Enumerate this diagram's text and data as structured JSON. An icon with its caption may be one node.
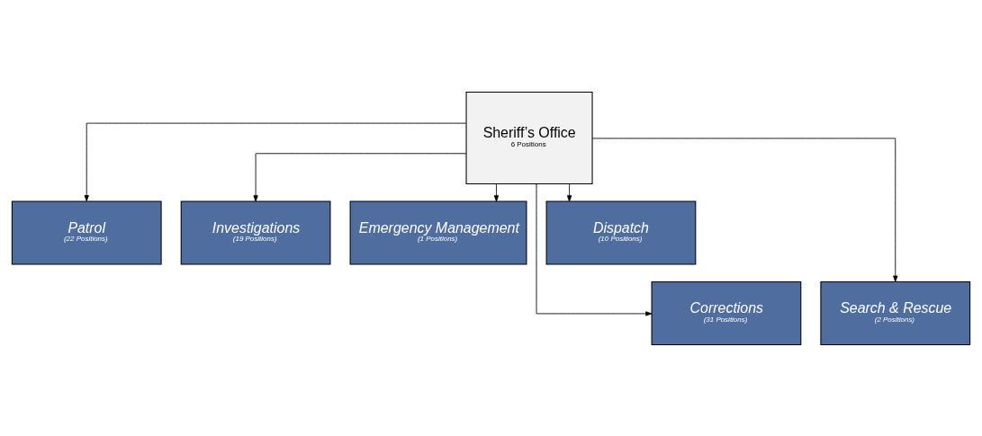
{
  "diagram": {
    "nodes": [
      {
        "text": [
          "Sheriff’s Office",
          "6 Positions"
        ]
      },
      {
        "text": [
          "Patrol",
          "(22 Positions)"
        ]
      },
      {
        "text": [
          "Investigations",
          "(19 Positions)"
        ]
      },
      {
        "text": [
          "Emergency Management",
          "(1 Positions)"
        ]
      },
      {
        "text": [
          "Dispatch",
          "(10 Positions)"
        ]
      },
      {
        "text": [
          "Corrections",
          "(31 Positions)"
        ]
      },
      {
        "text": [
          "Search & Rescue",
          "(2 Positions)"
        ]
      }
    ],
    "edges": [
      {
        "from": 0,
        "to": 1,
        "arrow": "to"
      },
      {
        "from": 0,
        "to": 2,
        "arrow": "to"
      },
      {
        "from": 0,
        "to": 3,
        "arrow": "to"
      },
      {
        "from": 0,
        "to": 4,
        "arrow": "to"
      },
      {
        "from": 0,
        "to": 5,
        "arrow": "to"
      },
      {
        "from": 0,
        "to": 6,
        "arrow": "to"
      }
    ]
  }
}
